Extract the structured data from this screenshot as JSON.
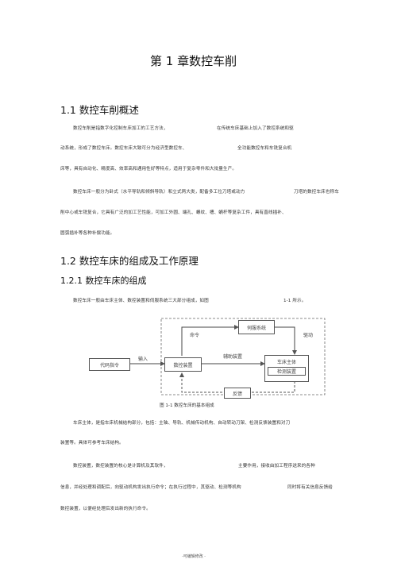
{
  "title": "第 1 章数控车削",
  "s1": {
    "heading": "1.1 数控车削概述",
    "lines": [
      "数控车削是指数字化控制车床加工的工艺方法，",
      "在传统车床基础上加入了数控系统和驱",
      "动系统，形成了数控车床。数控车床大致可分为经济型数控车、",
      "全功能数控车和车铣复合机",
      "床等，具有自动化、精度高、效率高和通用性好等特点，适用于复杂零件和大批量生产。",
      "数控车床一般分为卧式（水平导轨和倾斜导轨）和立式两大类，配备多工位刀塔或动力",
      "刀塔的数控车床也称车",
      "削中心或车铣复合，它具有广泛的加工艺性能，可加工外圆、端孔、螺纹、槽、蜗杆等复杂工件，具有直线插补、",
      "圆弧插补等各种补偿功能。"
    ]
  },
  "s2": {
    "heading": "1.2 数控车床的组成及工作原理",
    "sub": "1.2.1 数控车床的组成",
    "intro_a": "数控车床一般由车床主体、数控装置和伺服系统三大部分组成，如图",
    "intro_b": "1-1 所示。"
  },
  "figure": {
    "servo": "伺服系统",
    "command": "命令",
    "drive": "驱动",
    "input": "输入",
    "aux": "辅助装置",
    "code": "代码指令",
    "nc": "数控装置",
    "lathe": "车床主体",
    "detect": "检测装置",
    "feedback": "反馈",
    "caption": "图 1-1 数控车床的基本组成"
  },
  "s3": {
    "lines": [
      "车床主体，是指车床机械结构部分，包括：主轴、导轨、机械传动机构、自动转动刀架、检测反馈装置和对刀",
      "装置等。具体可参考车床结构。",
      "数控装置，数控装置的核心是计算机及其软件，",
      "主要作用，接收由加工程序送来的各种",
      "信息，并经处理和调配后，向驱动机构发出执行命令；在执行过程中，其驱动、检测等机构",
      "同时将有关信息反馈给",
      "数控装置，以便经处理后发出新的执行命令。"
    ]
  },
  "footer": "-可编辑修改 -"
}
